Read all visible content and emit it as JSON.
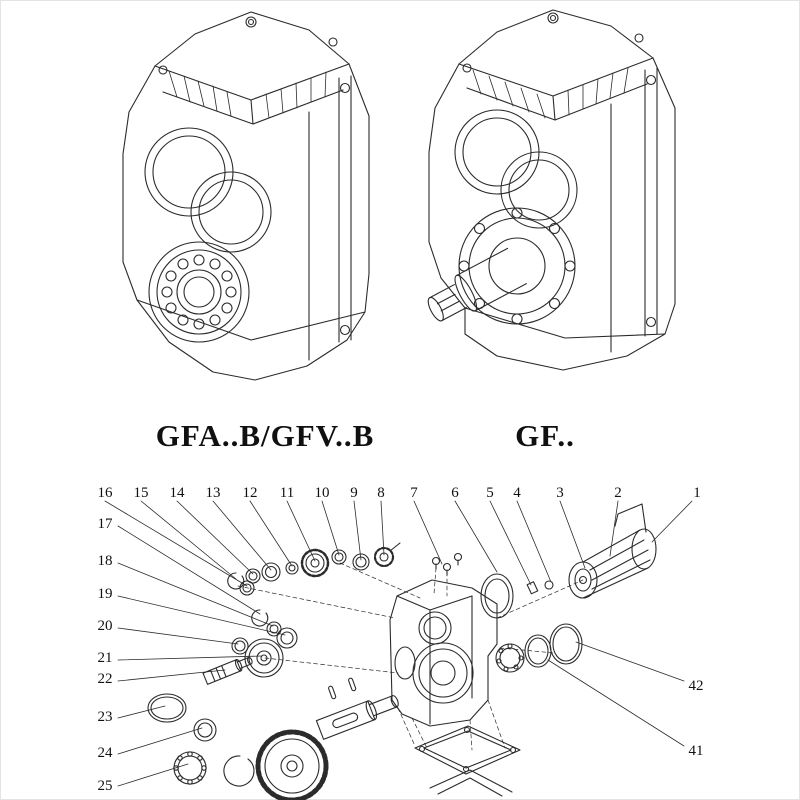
{
  "page": {
    "title": "Gear reducer models and exploded parts diagram"
  },
  "models": {
    "left_label": "GFA..B/GFV..B",
    "right_label": "GF.."
  },
  "callouts": {
    "top": [
      "16",
      "15",
      "14",
      "13",
      "12",
      "11",
      "10",
      "9",
      "8",
      "7",
      "6",
      "5",
      "4",
      "3",
      "2",
      "1"
    ],
    "left": [
      "17",
      "18",
      "19",
      "20",
      "21",
      "22",
      "23",
      "24",
      "25"
    ],
    "right": [
      "42",
      "41"
    ]
  },
  "colors": {
    "line": "#2b2b2b",
    "background": "#ffffff"
  }
}
